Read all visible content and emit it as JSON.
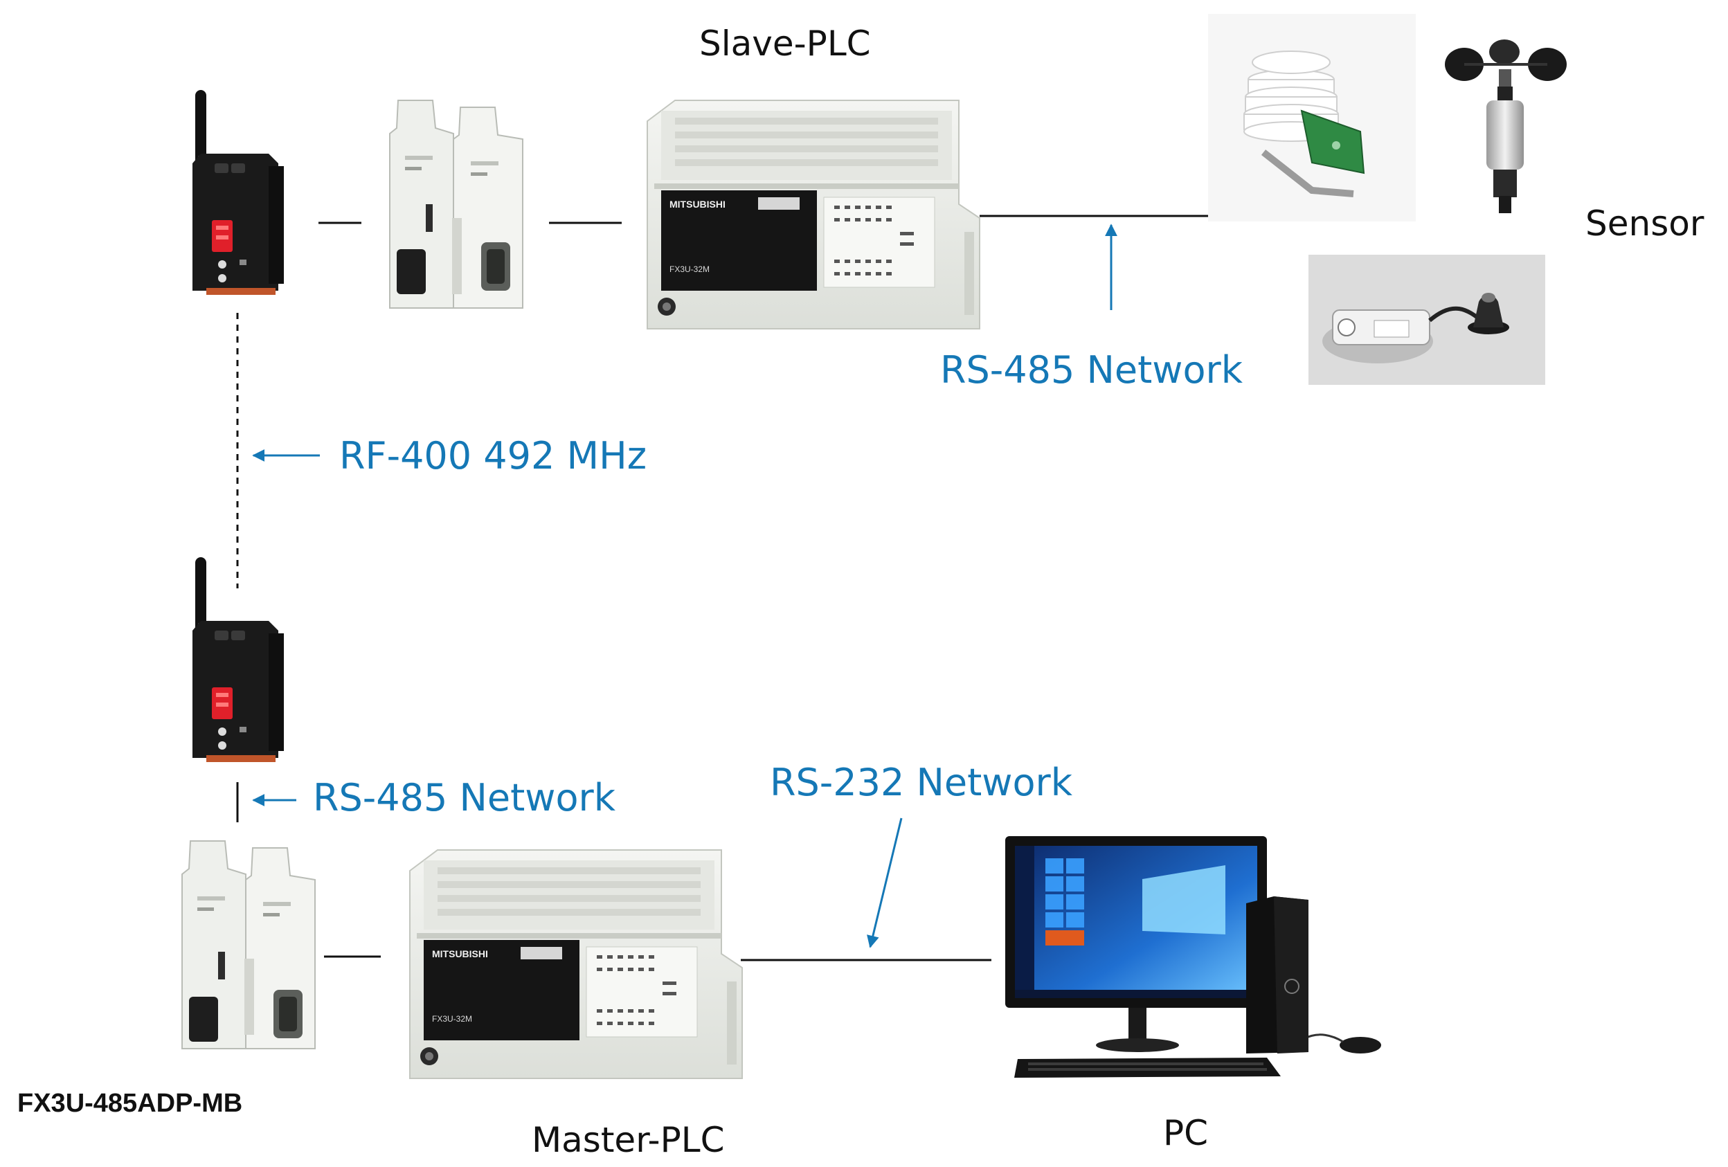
{
  "labels": {
    "slave_plc": "Slave-PLC",
    "sensor": "Sensor",
    "rs485_top": "RS-485 Network",
    "rf400": "RF-400 492 MHz",
    "rs485_bottom": "RS-485 Network",
    "rs232": "RS-232 Network",
    "adapter_model": "FX3U-485ADP-MB",
    "master_plc": "Master-PLC",
    "pc": "PC"
  },
  "device_text": {
    "plc_brand": "MITSUBISHI",
    "plc_model": "FX3U-32M"
  },
  "colors": {
    "annotation_blue": "#1578b6",
    "connector_black": "#111111",
    "plc_body": "#eceeea",
    "radio_body": "#1a1a1a",
    "led_red": "#e0202a"
  }
}
